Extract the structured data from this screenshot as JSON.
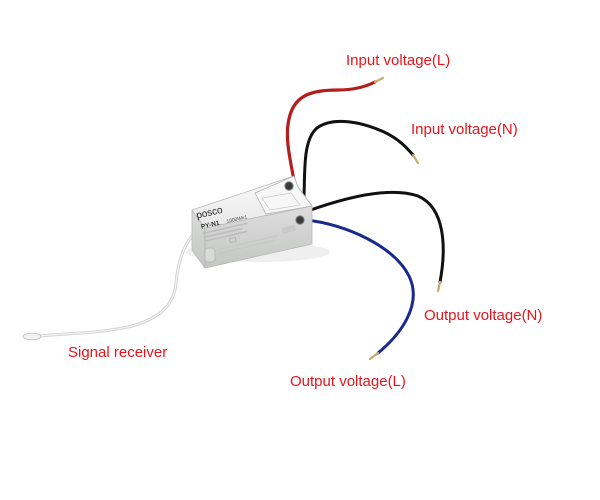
{
  "labels": {
    "input_l": "Input voltage(L)",
    "input_n": "Input voltage(N)",
    "output_n": "Output voltage(N)",
    "output_l": "Output voltage(L)",
    "signal": "Signal receiver"
  },
  "device": {
    "brand": "posco",
    "model": "PY-N1",
    "rating": "1000Wx1"
  },
  "colors": {
    "label_text": "#e8141c",
    "wire_red": "#b31d1d",
    "wire_black": "#111111",
    "wire_blue": "#1a2a8c",
    "wire_white": "#e6e6e6",
    "case_body": "#f0f1f0",
    "background": "#ffffff"
  }
}
